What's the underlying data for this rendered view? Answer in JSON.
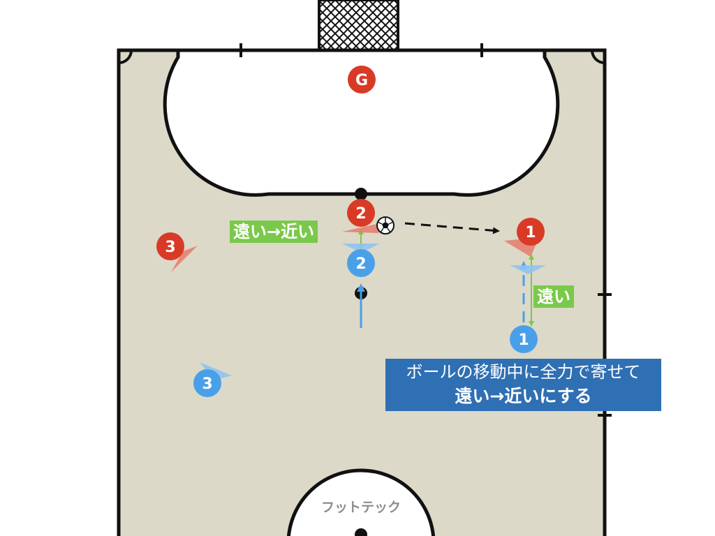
{
  "players": {
    "goalkeeper": "G",
    "red_1": "1",
    "red_2": "2",
    "red_3": "3",
    "blue_1": "1",
    "blue_2": "2",
    "blue_3": "3"
  },
  "labels": {
    "far_to_near": "遠い→近い",
    "far": "遠い",
    "caption_line1": "ボールの移動中に全力で寄せて",
    "caption_line2": "遠い→近いにする",
    "brand": "フットテック"
  },
  "colors": {
    "court": "#dcd9c9",
    "line": "#111111",
    "red_team": "#d93a26",
    "blue_team": "#4aa0e8",
    "label_green": "#7ac94a",
    "caption_blue": "#2f6fb3"
  },
  "icons": {
    "ball": "soccer-ball-icon",
    "net": "goal-net-icon"
  }
}
